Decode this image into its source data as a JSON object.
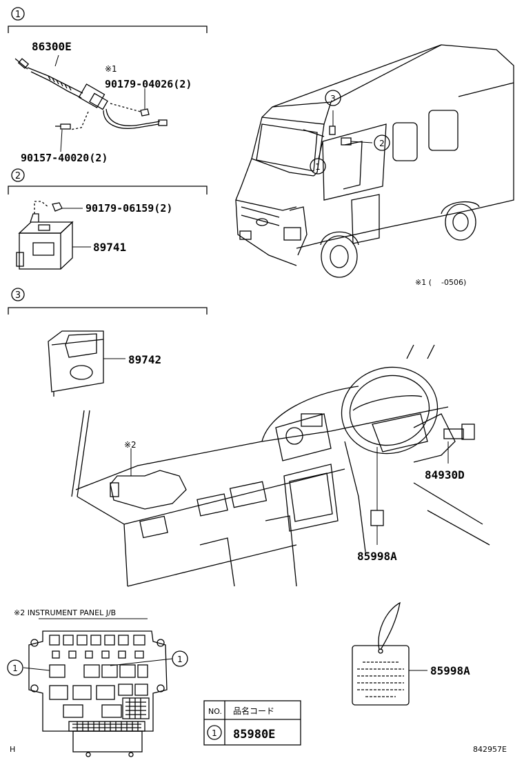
{
  "sections": {
    "s1": {
      "number": "1"
    },
    "s2": {
      "number": "2"
    },
    "s3": {
      "number": "3"
    }
  },
  "parts": {
    "antenna": "86300E",
    "note1_mark": "※1",
    "nut_1": "90179-04026(2)",
    "bolt_1": "90157-40020(2)",
    "nut_2": "90179-06159(2)",
    "module_2": "89741",
    "module_3": "89742",
    "harness": "84930D",
    "label_dash": "85998A",
    "label_tag": "85998A"
  },
  "callouts": {
    "van_3": "3",
    "van_2": "2",
    "van_1": "1",
    "jb_left": "1",
    "jb_right": "1"
  },
  "notes": {
    "date_range": "※1 (    -0506)",
    "dash_mark": "※2",
    "jb_title": "※2 INSTRUMENT PANEL J/B"
  },
  "table": {
    "col_no": "NO.",
    "col_code": "品名コード",
    "row_no": "1",
    "row_code": "85980E"
  },
  "footer": {
    "left": "H",
    "right": "842957E"
  }
}
